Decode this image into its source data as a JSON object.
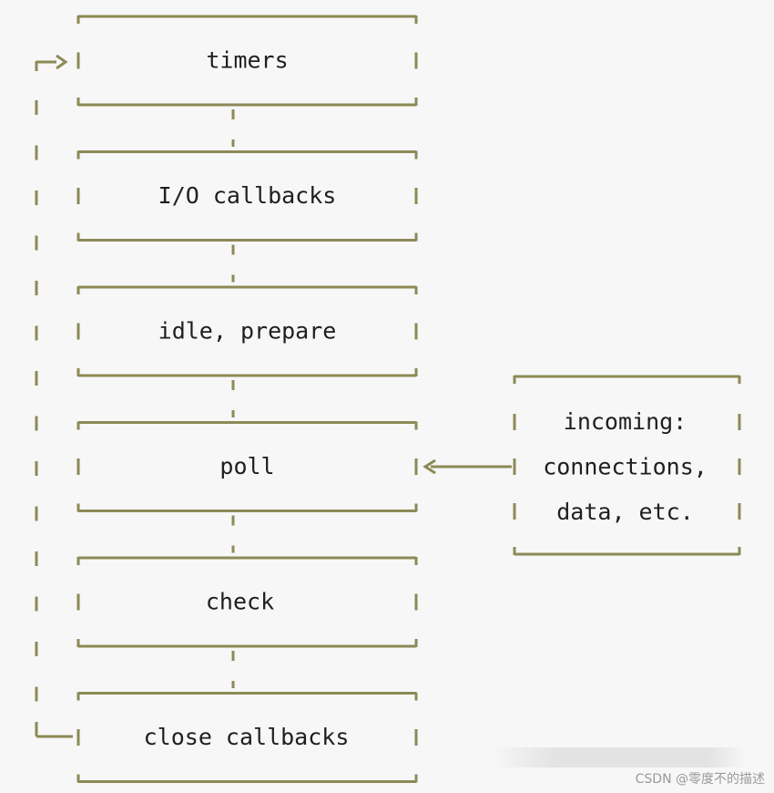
{
  "colors": {
    "background": "#f7f7f7",
    "line": "#8c8a56",
    "text": "#1f1f1f"
  },
  "phases": [
    {
      "id": "timers",
      "label": "timers"
    },
    {
      "id": "io-callbacks",
      "label": "I/O callbacks"
    },
    {
      "id": "idle-prepare",
      "label": "idle, prepare"
    },
    {
      "id": "poll",
      "label": "poll"
    },
    {
      "id": "check",
      "label": "check"
    },
    {
      "id": "close-callbacks",
      "label": "close callbacks"
    }
  ],
  "incoming": {
    "lines": [
      "incoming:",
      "connections,",
      "data, etc."
    ]
  },
  "watermark": "CSDN @零度不的描述"
}
